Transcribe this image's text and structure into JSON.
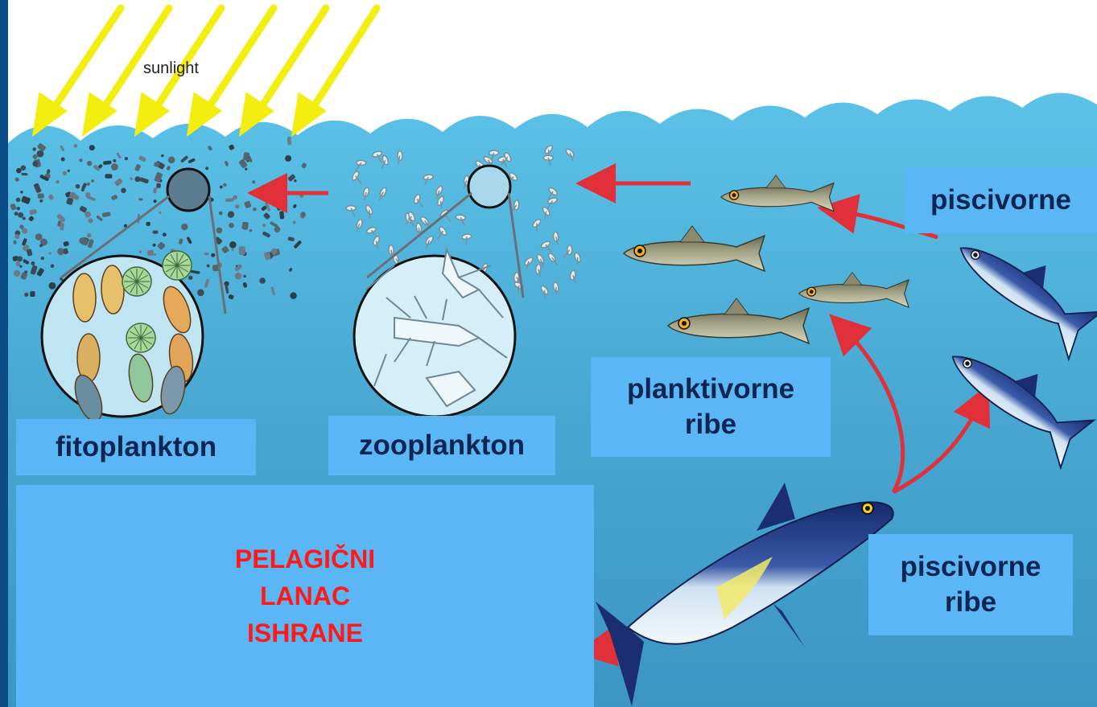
{
  "diagram": {
    "sunlight_label": "sunlight",
    "labels": {
      "fitoplankton": "fitoplankton",
      "zooplankton": "zooplankton",
      "planktivorne_line1": "planktivorne",
      "planktivorne_line2": "ribe",
      "piscivorne_top": "piscivorne",
      "piscivorne_bottom_line1": "piscivorne",
      "piscivorne_bottom_line2": "ribe"
    },
    "title": {
      "line1": "PELAGIČNI",
      "line2": "LANAC",
      "line3": "ISHRANE"
    },
    "colors": {
      "frame": "#0b4d86",
      "water": "#4fb0d8",
      "label_box": "#5ab6f5",
      "label_text": "#0d2550",
      "title_text": "#ff1a1a",
      "arrow": "#e0303a",
      "sun_ray": "#f2ee10"
    }
  }
}
